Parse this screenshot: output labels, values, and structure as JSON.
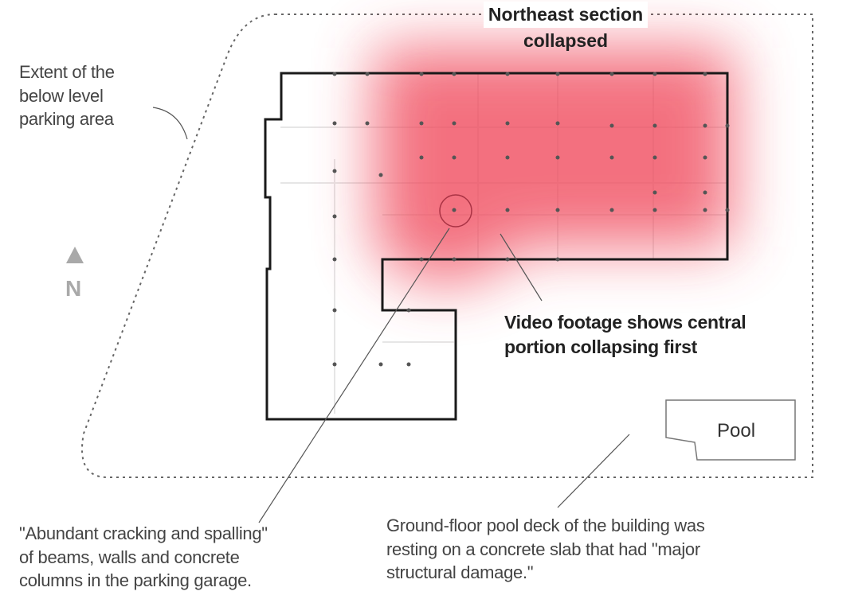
{
  "labels": {
    "parking_extent": [
      "Extent of the",
      "below level",
      "parking area"
    ],
    "northeast": [
      "Northeast section",
      "collapsed"
    ],
    "video": [
      "Video footage shows central",
      "portion collapsing first"
    ],
    "north": "N",
    "pool": "Pool",
    "cracking": [
      "\"Abundant cracking and spalling\"",
      "of  beams, walls and concrete",
      "columns  in the parking garage."
    ],
    "pool_deck": [
      "Ground-floor pool deck of the building was",
      "resting on a concrete slab that had \"major",
      "structural damage.\""
    ]
  },
  "colors": {
    "outline": "#1a1a1a",
    "collapse_zone": "#f04a5c",
    "leader": "#555555",
    "north_arrow": "#a9a9a9"
  }
}
